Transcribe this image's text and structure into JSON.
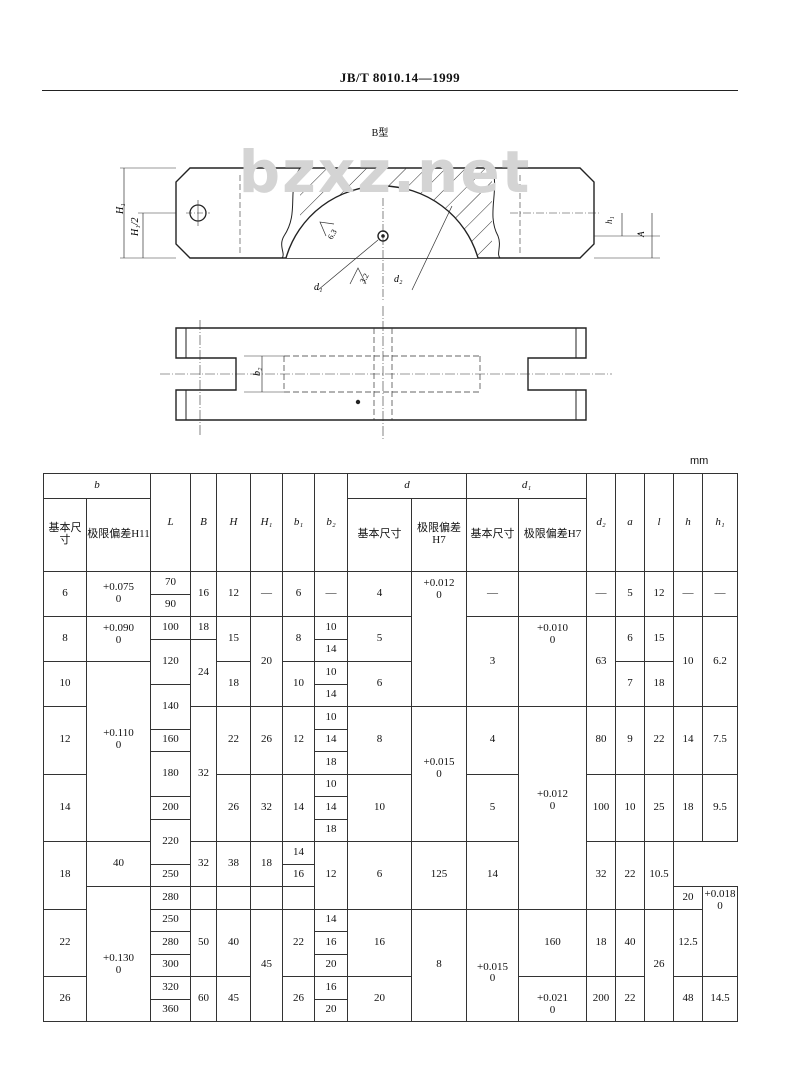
{
  "header": "JB/T 8010.14—1999",
  "figure_label": "B型",
  "watermark": "bzxz.net",
  "unit": "mm",
  "figure_labels": {
    "H1": "H₁",
    "H1_half": "H₁/2",
    "h1": "h₁",
    "A": "A",
    "d1": "d₁",
    "d2": "d₂",
    "b2": "b₂",
    "r63": "6.3",
    "r32": "3.2"
  },
  "table": {
    "h_b": "b",
    "h_d": "d",
    "h_d1": "d₁",
    "h_basic": "基本尺寸",
    "h_basic2": "基本尺寸",
    "h_basic3": "基本尺寸",
    "h_tol_H11": "极限偏差H11",
    "h_tol_H7_d": "极限偏差H7",
    "h_tol_H7_d1": "极限偏差H7",
    "h_L": "L",
    "h_B": "B",
    "h_H": "H",
    "h_H1": "H₁",
    "h_b1": "b₁",
    "h_b2": "b₂",
    "h_d2": "d₂",
    "h_a": "a",
    "h_l": "l",
    "h_h": "h",
    "h_h1": "h₁",
    "b_basic": [
      "6",
      "8",
      "10",
      "12",
      "14",
      "18",
      "22",
      "26"
    ],
    "b_tol": [
      [
        "+0.075",
        "0"
      ],
      [
        "+0.090",
        "0"
      ],
      [
        "+0.110",
        "0"
      ],
      [
        "+0.130",
        "0"
      ]
    ],
    "L": [
      "70",
      "90",
      "100",
      "120",
      "140",
      "160",
      "180",
      "200",
      "220",
      "250",
      "280",
      "250",
      "280",
      "300",
      "320",
      "360"
    ],
    "B": [
      "16",
      "18",
      "24",
      "32",
      "40",
      "50",
      "60"
    ],
    "H": [
      "12",
      "15",
      "18",
      "22",
      "26",
      "32",
      "40",
      "45"
    ],
    "H1": [
      "—",
      "20",
      "26",
      "32",
      "38",
      "45"
    ],
    "b1": [
      "6",
      "8",
      "10",
      "12",
      "14",
      "18",
      "22",
      "26"
    ],
    "b2": [
      "—",
      "10",
      "14",
      "10",
      "14",
      "10",
      "14",
      "18",
      "10",
      "14",
      "18",
      "14",
      "16",
      "20",
      "14",
      "16",
      "20",
      "16",
      "20"
    ],
    "d_basic": [
      "4",
      "5",
      "6",
      "8",
      "10",
      "12",
      "16",
      "20"
    ],
    "d_tol": [
      [
        "+0.012",
        "0"
      ],
      [
        "+0.015",
        "0"
      ],
      [
        "+0.018",
        "0"
      ],
      [
        "+0.021",
        "0"
      ]
    ],
    "d1_basic": [
      "—",
      "3",
      "4",
      "5",
      "6",
      "8"
    ],
    "d1_tol": [
      [
        "+0.010",
        "0"
      ],
      [
        "+0.012",
        "0"
      ],
      [
        "+0.015",
        "0"
      ]
    ],
    "d2": [
      "—",
      "63",
      "80",
      "100",
      "125",
      "160",
      "200"
    ],
    "a": [
      "5",
      "6",
      "7",
      "9",
      "10",
      "14",
      "18",
      "22"
    ],
    "l": [
      "12",
      "15",
      "18",
      "22",
      "25",
      "32",
      "40",
      "48"
    ],
    "h": [
      "—",
      "10",
      "14",
      "18",
      "22",
      "26"
    ],
    "h1": [
      "—",
      "6.2",
      "7.5",
      "9.5",
      "10.5",
      "12.5",
      "14.5"
    ]
  }
}
